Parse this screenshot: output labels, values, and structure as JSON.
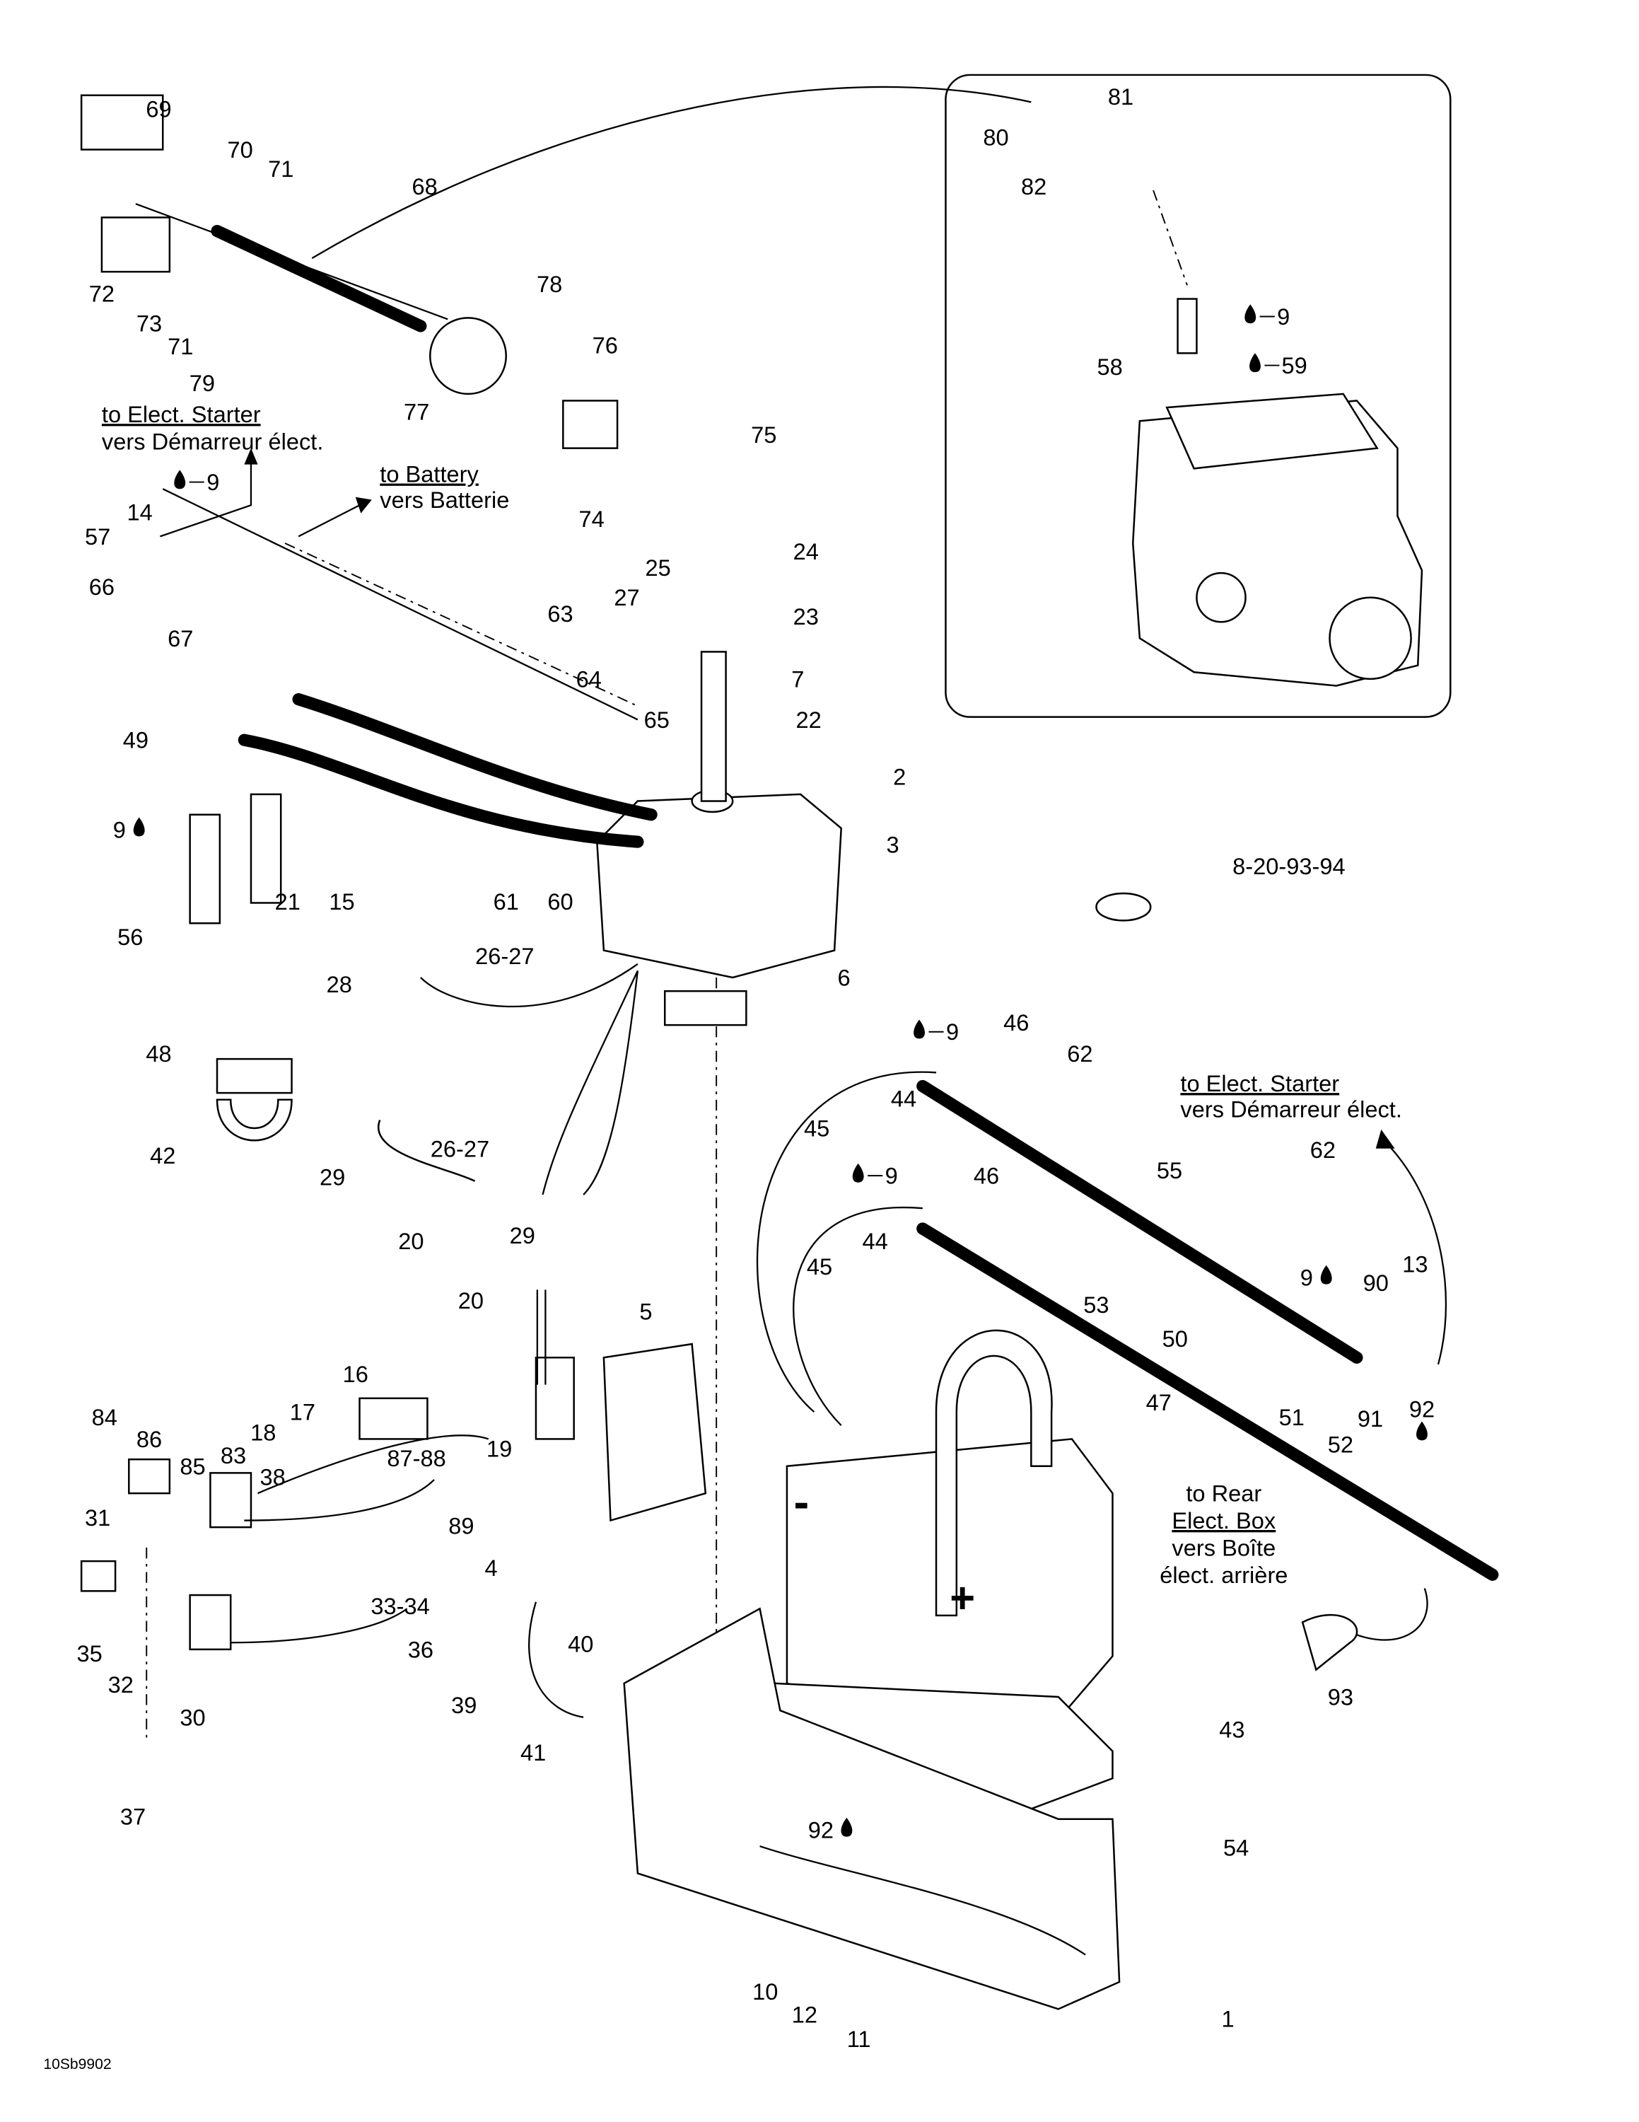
{
  "drawing_code": "10Sb9902",
  "notes": {
    "starter_top": {
      "en": "to Elect. Starter",
      "fr": "vers Démarreur élect."
    },
    "battery": {
      "en": "to Battery",
      "fr": "vers Batterie"
    },
    "starter_right": {
      "en": "to Elect. Starter",
      "fr": "vers Démarreur élect."
    },
    "rear_box": {
      "en1": "to Rear",
      "en2": "Elect. Box",
      "fr1": "vers Boîte",
      "fr2": "élect. arrière"
    }
  },
  "callouts": [
    "69",
    "70",
    "71",
    "68",
    "72",
    "73",
    "71",
    "78",
    "76",
    "79",
    "77",
    "74",
    "75",
    "80",
    "81",
    "82",
    "9",
    "58",
    "59",
    "57",
    "14",
    "9",
    "66",
    "67",
    "63",
    "27",
    "25",
    "24",
    "23",
    "64",
    "7",
    "22",
    "65",
    "49",
    "2",
    "3",
    "9",
    "21",
    "15",
    "61",
    "60",
    "56",
    "8-20-93-94",
    "26-27",
    "28",
    "6",
    "48",
    "42",
    "29",
    "26-27",
    "9",
    "46",
    "62",
    "44",
    "45",
    "55",
    "20",
    "29",
    "9",
    "46",
    "44",
    "45",
    "53",
    "62",
    "9",
    "90",
    "13",
    "50",
    "92",
    "91",
    "20",
    "5",
    "16",
    "17",
    "18",
    "84",
    "86",
    "85",
    "83",
    "38",
    "19",
    "87-88",
    "89",
    "47",
    "51",
    "52",
    "4",
    "31",
    "33-34",
    "35",
    "32",
    "30",
    "36",
    "40",
    "39",
    "41",
    "43",
    "93",
    "37",
    "54",
    "92",
    "10",
    "12",
    "11",
    "1"
  ],
  "callout_drop_icon": "oil-drop-icon"
}
